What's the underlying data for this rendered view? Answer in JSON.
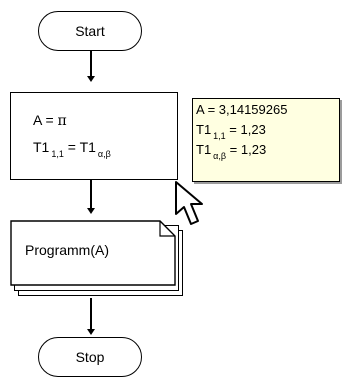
{
  "flowchart": {
    "start_label": "Start",
    "stop_label": "Stop",
    "process": {
      "line1_lhs": "A = ",
      "line1_rhs": "π",
      "line2_lhs_name": "T1",
      "line2_lhs_sub": "1,1",
      "line2_eq": " = ",
      "line2_rhs_name": "T1",
      "line2_rhs_sub": "α,β"
    },
    "subroutine_label": "Programm(A)"
  },
  "tooltip": {
    "row1": "A = 3,14159265",
    "row2_name": "T1",
    "row2_sub": "1,1",
    "row2_value": " = 1,23",
    "row3_name": "T1",
    "row3_sub": "α,β",
    "row3_value": " = 1,23",
    "background": "#ffffe1"
  }
}
